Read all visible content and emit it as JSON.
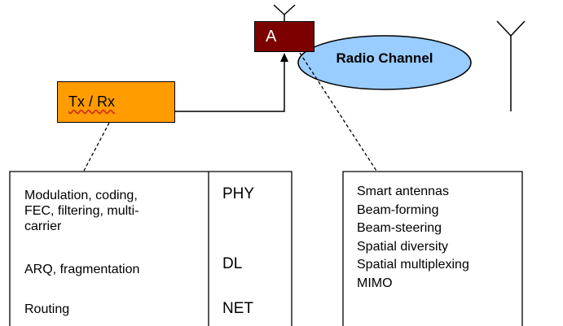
{
  "txrx": {
    "label": "Tx / Rx"
  },
  "antenna": {
    "label": "A"
  },
  "radio_channel": {
    "label": "Radio Channel"
  },
  "protocol_layers": [
    {
      "functions": [
        "Modulation, coding,",
        "FEC, filtering, multi-",
        "carrier"
      ],
      "layer": "PHY"
    },
    {
      "functions": [
        "ARQ, fragmentation"
      ],
      "layer": "DL"
    },
    {
      "functions": [
        "Routing"
      ],
      "layer": "NET"
    }
  ],
  "antenna_techniques": [
    "Smart antennas",
    "Beam-forming",
    "Beam-steering",
    "Spatial diversity",
    "Spatial multiplexing",
    "MIMO"
  ],
  "colors": {
    "txrx_fill": "#ff9c00",
    "antenna_fill": "#7d0000",
    "channel_fill": "#99ccff"
  }
}
